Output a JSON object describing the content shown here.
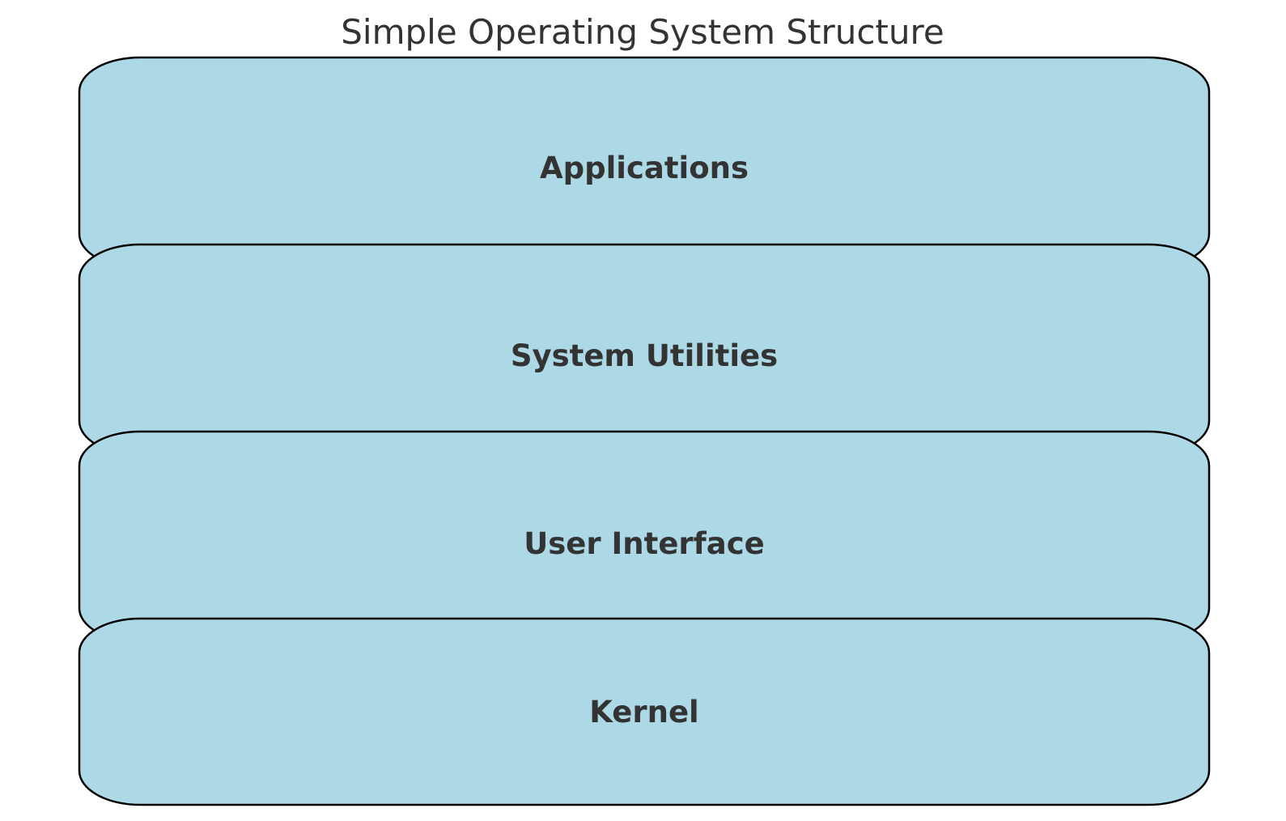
{
  "diagram": {
    "title": "Simple Operating System Structure",
    "layers": [
      {
        "label": "Applications"
      },
      {
        "label": "System Utilities"
      },
      {
        "label": "User Interface"
      },
      {
        "label": "Kernel"
      }
    ],
    "colors": {
      "layer_fill": "#add8e6",
      "layer_stroke": "#000000",
      "text": "#333333",
      "background": "#ffffff"
    }
  }
}
